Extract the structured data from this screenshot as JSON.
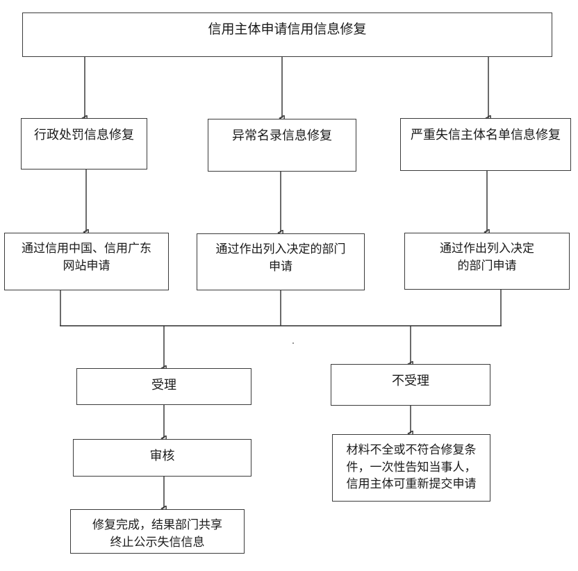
{
  "diagram": {
    "title": "信用主体申请信用信息修复",
    "type": "flowchart",
    "orientation": "top-down",
    "background_color": "#ffffff",
    "box_border_color": "#3a3a3a",
    "connector_color": "#2b2b2b",
    "text_color": "#1a1a1a"
  },
  "nodes": {
    "root": {
      "label": "信用主体申请信用信息修复"
    },
    "category_admin_penalty": {
      "label": "行政处罚信息修复"
    },
    "category_abnormal_list": {
      "label": "异常名录信息修复"
    },
    "category_serious_dishonesty": {
      "label": "严重失信主体名单信息修复"
    },
    "channel_credit_china": {
      "label": "通过信用中国、信用广东\n网站申请"
    },
    "channel_decision_dept_1": {
      "label": "通过作出列入决定的部门\n申请"
    },
    "channel_decision_dept_2": {
      "label": "通过作出列入决定\n的部门申请"
    },
    "accepted": {
      "label": "受理"
    },
    "not_accepted": {
      "label": "不受理"
    },
    "review": {
      "label": "审核"
    },
    "repair_complete": {
      "label": "修复完成，结果部门共享\n终止公示失信信息"
    },
    "materials_incomplete": {
      "label": "材料不全或不符合修复条\n件，一次性告知当事人，\n信用主体可重新提交申请"
    }
  },
  "edges": [
    {
      "from": "root",
      "to": "category_admin_penalty",
      "arrow": true
    },
    {
      "from": "root",
      "to": "category_abnormal_list",
      "arrow": true
    },
    {
      "from": "root",
      "to": "category_serious_dishonesty",
      "arrow": true
    },
    {
      "from": "category_admin_penalty",
      "to": "channel_credit_china",
      "arrow": true
    },
    {
      "from": "category_abnormal_list",
      "to": "channel_decision_dept_1",
      "arrow": true
    },
    {
      "from": "category_serious_dishonesty",
      "to": "channel_decision_dept_2",
      "arrow": true
    },
    {
      "from": "channel_credit_china",
      "to": "accepted",
      "arrow": true
    },
    {
      "from": "channel_decision_dept_1",
      "to": "accepted",
      "arrow": true
    },
    {
      "from": "channel_decision_dept_2",
      "to": "not_accepted",
      "arrow": true
    },
    {
      "from": "accepted",
      "to": "review",
      "arrow": true
    },
    {
      "from": "review",
      "to": "repair_complete",
      "arrow": true
    },
    {
      "from": "not_accepted",
      "to": "materials_incomplete",
      "arrow": true
    }
  ]
}
